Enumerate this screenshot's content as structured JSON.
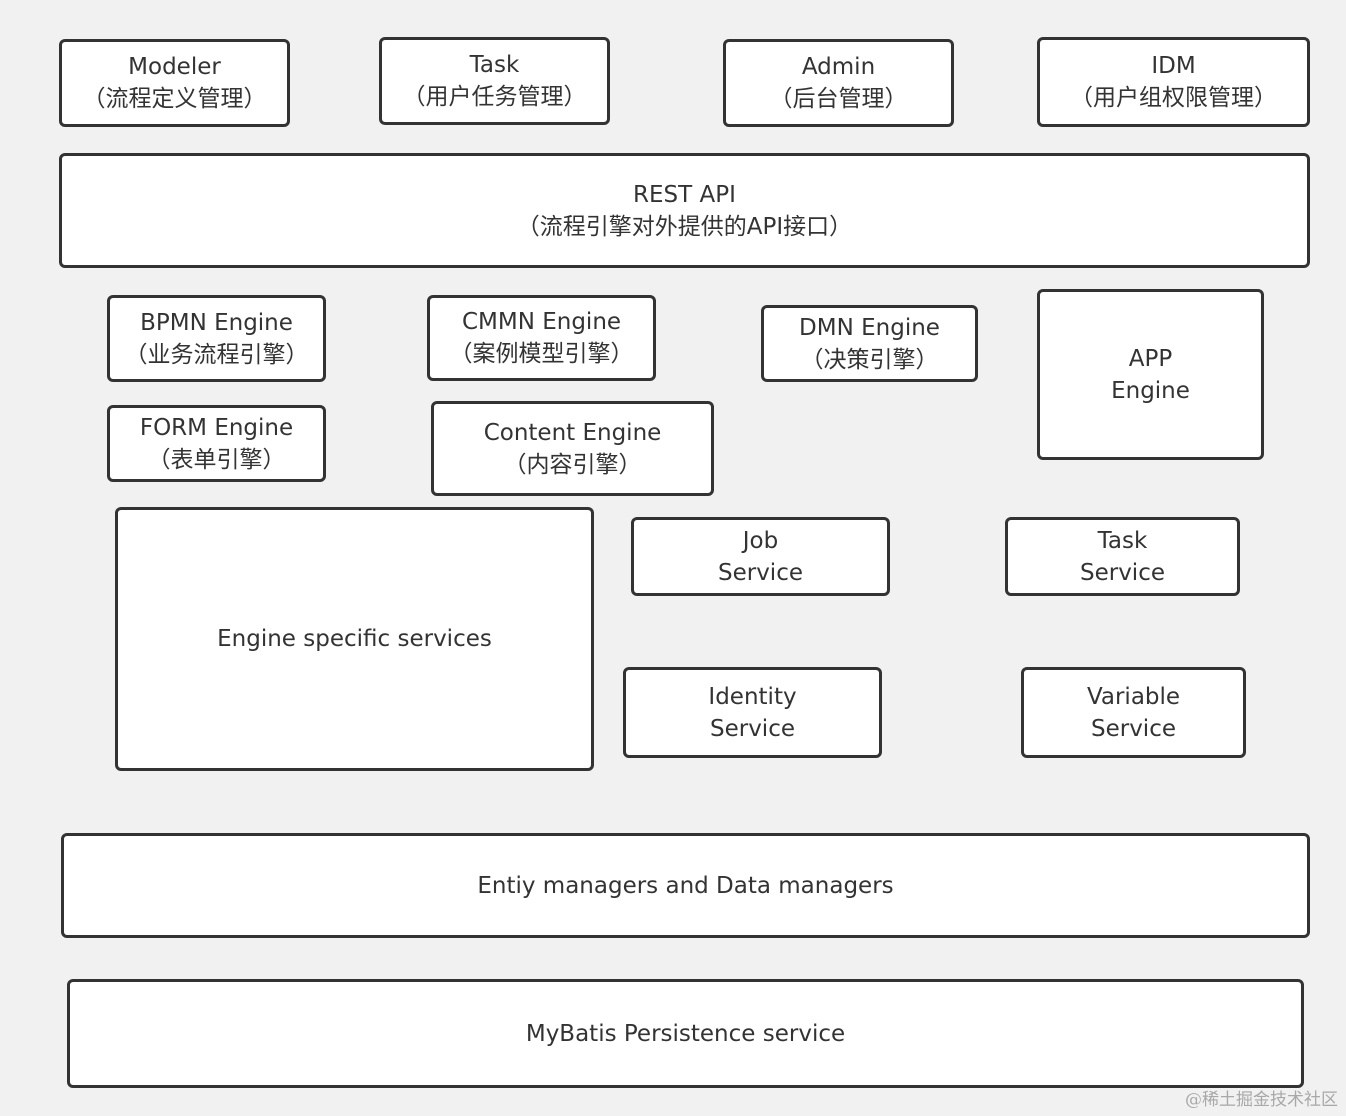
{
  "diagram": {
    "top_row": {
      "modeler": {
        "title": "Modeler",
        "subtitle": "（流程定义管理）"
      },
      "task": {
        "title": "Task",
        "subtitle": "（用户任务管理）"
      },
      "admin": {
        "title": "Admin",
        "subtitle": "（后台管理）"
      },
      "idm": {
        "title": "IDM",
        "subtitle": "（用户组权限管理）"
      }
    },
    "rest_api": {
      "title": "REST API",
      "subtitle": "（流程引擎对外提供的API接口）"
    },
    "engines": {
      "bpmn": {
        "title": "BPMN Engine",
        "subtitle": "（业务流程引擎）"
      },
      "cmmn": {
        "title": "CMMN Engine",
        "subtitle": "（案例模型引擎）"
      },
      "dmn": {
        "title": "DMN Engine",
        "subtitle": "（决策引擎）"
      },
      "app": {
        "line1": "APP",
        "line2": "Engine"
      },
      "form": {
        "title": "FORM Engine",
        "subtitle": "（表单引擎）"
      },
      "content": {
        "title": "Content Engine",
        "subtitle": "（内容引擎）"
      }
    },
    "services": {
      "engine_specific": "Engine specific services",
      "job": {
        "line1": "Job",
        "line2": "Service"
      },
      "task": {
        "line1": "Task",
        "line2": "Service"
      },
      "identity": {
        "line1": "Identity",
        "line2": "Service"
      },
      "variable": {
        "line1": "Variable",
        "line2": "Service"
      }
    },
    "entity_managers": "Entiy managers and Data managers",
    "mybatis": "MyBatis Persistence service"
  },
  "watermark": "@稀土掘金技术社区",
  "colors": {
    "background": "#f1f1f1",
    "box_fill": "#ffffff",
    "border": "#333333",
    "text": "#333333"
  }
}
